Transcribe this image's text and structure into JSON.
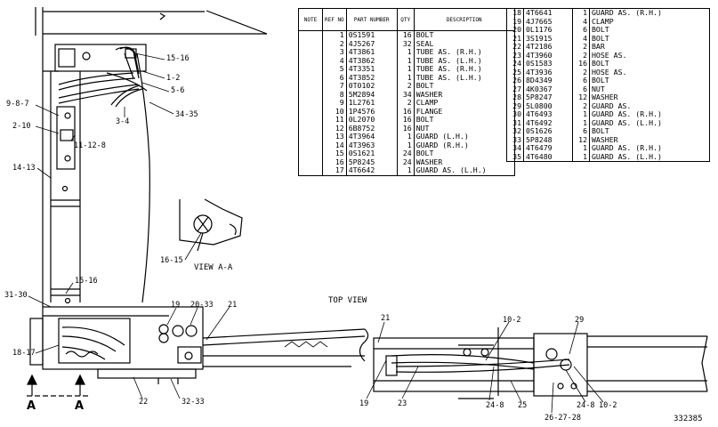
{
  "parts_table_left": {
    "headers": [
      "NOTE",
      "REF NO",
      "PART NUMBER",
      "QTY",
      "DESCRIPTION"
    ],
    "rows": [
      {
        "ref": "1",
        "part": "0S1591",
        "qty": "16",
        "desc": "BOLT"
      },
      {
        "ref": "2",
        "part": "4J5267",
        "qty": "32",
        "desc": "SEAL"
      },
      {
        "ref": "3",
        "part": "4T3861",
        "qty": "1",
        "desc": "TUBE AS. (R.H.)"
      },
      {
        "ref": "4",
        "part": "4T3862",
        "qty": "1",
        "desc": "TUBE AS. (L.H.)"
      },
      {
        "ref": "5",
        "part": "4T3351",
        "qty": "1",
        "desc": "TUBE AS. (R.H.)"
      },
      {
        "ref": "6",
        "part": "4T3852",
        "qty": "1",
        "desc": "TUBE AS. (L.H.)"
      },
      {
        "ref": "7",
        "part": "0T0102",
        "qty": "2",
        "desc": "BOLT"
      },
      {
        "ref": "8",
        "part": "5M2894",
        "qty": "34",
        "desc": "WASHER"
      },
      {
        "ref": "9",
        "part": "1L2761",
        "qty": "2",
        "desc": "CLAMP"
      },
      {
        "ref": "10",
        "part": "1P4576",
        "qty": "16",
        "desc": "FLANGE"
      },
      {
        "ref": "11",
        "part": "0L2070",
        "qty": "16",
        "desc": "BOLT"
      },
      {
        "ref": "12",
        "part": "6B8752",
        "qty": "16",
        "desc": "NUT"
      },
      {
        "ref": "13",
        "part": "4T3964",
        "qty": "1",
        "desc": "GUARD (L.H.)"
      },
      {
        "ref": "14",
        "part": "4T3963",
        "qty": "1",
        "desc": "GUARD (R.H.)"
      },
      {
        "ref": "15",
        "part": "0S1621",
        "qty": "24",
        "desc": "BOLT"
      },
      {
        "ref": "16",
        "part": "5P8245",
        "qty": "24",
        "desc": "WASHER"
      },
      {
        "ref": "17",
        "part": "4T6642",
        "qty": "1",
        "desc": "GUARD AS. (L.H.)"
      }
    ]
  },
  "parts_table_right": {
    "rows": [
      {
        "ref": "18",
        "part": "4T6641",
        "qty": "1",
        "desc": "GUARD AS. (R.H.)"
      },
      {
        "ref": "19",
        "part": "4J7665",
        "qty": "4",
        "desc": "CLAMP"
      },
      {
        "ref": "20",
        "part": "0L1176",
        "qty": "6",
        "desc": "BOLT"
      },
      {
        "ref": "21",
        "part": "3S1915",
        "qty": "4",
        "desc": "BOLT"
      },
      {
        "ref": "22",
        "part": "4T2186",
        "qty": "2",
        "desc": "BAR"
      },
      {
        "ref": "23",
        "part": "4T3960",
        "qty": "2",
        "desc": "HOSE AS."
      },
      {
        "ref": "24",
        "part": "0S1583",
        "qty": "16",
        "desc": "BOLT"
      },
      {
        "ref": "25",
        "part": "4T3936",
        "qty": "2",
        "desc": "HOSE AS."
      },
      {
        "ref": "26",
        "part": "8D4349",
        "qty": "6",
        "desc": "BOLT"
      },
      {
        "ref": "27",
        "part": "4K0367",
        "qty": "6",
        "desc": "NUT"
      },
      {
        "ref": "28",
        "part": "5P8247",
        "qty": "12",
        "desc": "WASHER"
      },
      {
        "ref": "29",
        "part": "5L0800",
        "qty": "2",
        "desc": "GUARD AS."
      },
      {
        "ref": "30",
        "part": "4T6493",
        "qty": "1",
        "desc": "GUARD AS. (R.H.)"
      },
      {
        "ref": "31",
        "part": "4T6492",
        "qty": "1",
        "desc": "GUARD AS. (L.H.)"
      },
      {
        "ref": "32",
        "part": "0S1626",
        "qty": "6",
        "desc": "BOLT"
      },
      {
        "ref": "33",
        "part": "5P8248",
        "qty": "12",
        "desc": "WASHER"
      },
      {
        "ref": "34",
        "part": "4T6479",
        "qty": "1",
        "desc": "GUARD AS. (R.H.)"
      },
      {
        "ref": "35",
        "part": "4T6480",
        "qty": "1",
        "desc": "GUARD AS. (L.H.)"
      }
    ]
  },
  "callouts": {
    "c_15_16_top": "15-16",
    "c_1_2": "1-2",
    "c_5_6": "5-6",
    "c_34_35": "34-35",
    "c_3_4": "3-4",
    "c_9_8_7": "9-8-7",
    "c_2_10": "2-10",
    "c_11_12_8": "11-12-8",
    "c_14_13": "14-13",
    "c_15_16_mid": "15-16",
    "c_31_30": "31-30",
    "c_18_17": "18-17",
    "c_19_a": "19",
    "c_20_33": "20-33",
    "c_21_a": "21",
    "c_22": "22",
    "c_32_33": "32-33",
    "c_16_15": "16-15",
    "c_21_b": "21",
    "c_19_b": "19",
    "c_23": "23",
    "c_10_2_top": "10-2",
    "c_24_8_a": "24-8",
    "c_25": "25",
    "c_26_27_28": "26-27-28",
    "c_24_8_b": "24-8",
    "c_10_2_bot": "10-2",
    "c_29": "29"
  },
  "view_labels": {
    "view_aa": "VIEW A-A",
    "top_view": "TOP VIEW",
    "section_a_left": "A",
    "section_a_right": "A"
  },
  "drawing_number": "332385"
}
